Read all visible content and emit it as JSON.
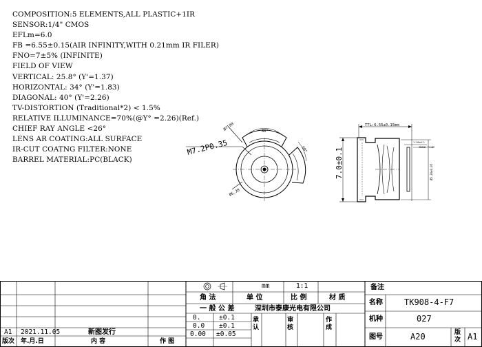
{
  "specs": [
    "COMPOSITION:5 ELEMENTS,ALL PLASTIC+1IR",
    "SENSOR:1/4\" CMOS",
    "EFLm=6.0",
    "FB =6.55±0.15(AIR INFINITY,WITH 0.21mm IR FILER)",
    "FNO=7±5% (INFINITE)",
    "FIELD OF VIEW",
    "VERTICAL: 25.8°  (Y'=1.37)",
    "HORIZONTAL: 34°  (Y'=1.83)",
    "DIAGONAL: 40° (Y'=2.26)",
    "TV-DISTORTION (Traditional*2) < 1.5%",
    "RELATIVE ILLUMINANCE=70%(@Y° =2.26)(Ref.)",
    "CHIEF RAY ANGLE <26°",
    "LENS AR COATING:ALL SURFACE",
    "IR-CUT COATNG FILTER:NONE",
    "BARREL MATERIAL:PC(BLACK)"
  ],
  "front_view": {
    "thread": "M7.2P0.35",
    "dia_top": "Ø7.80",
    "dia_bottom": "Ø6.20",
    "angle_top": "60°",
    "angle_right": "60°"
  },
  "side_view": {
    "ttl": "TTL:6.55±0.15mm",
    "height": "7.0±0.1",
    "image_plane": "IMAGE PLANE",
    "small_dim": "1.20±0.1",
    "side_dim": "Ø5.20±0.05"
  },
  "title_block": {
    "unit": "mm",
    "scale": "1:1",
    "remark_label": "备注",
    "headers": [
      "角 法",
      "单 位",
      "比 例",
      "材 质"
    ],
    "tolerance_title": "一 般 公 差",
    "tolerances": [
      {
        "dec": "0.",
        "tol": "±0.1"
      },
      {
        "dec": "0.0",
        "tol": "±0.1"
      },
      {
        "dec": "0.00",
        "tol": "±0.05"
      }
    ],
    "company": "深圳市泰康光电有限公司",
    "approve": "承认",
    "review": "审核",
    "author": "作成",
    "name_label": "名称",
    "name_value": "TK908-4-F7",
    "model_label": "机种",
    "model_value": "027",
    "drawing_no_label": "图号",
    "drawing_no_value": "A20",
    "revision_label": "版次",
    "revision_value": "A1",
    "history_rev": "A1",
    "history_date": "2021.11.05",
    "history_desc": "新图发行",
    "col_rev": "版次",
    "col_date": "年.月.日",
    "col_content": "内 容",
    "col_author": "作 图"
  }
}
